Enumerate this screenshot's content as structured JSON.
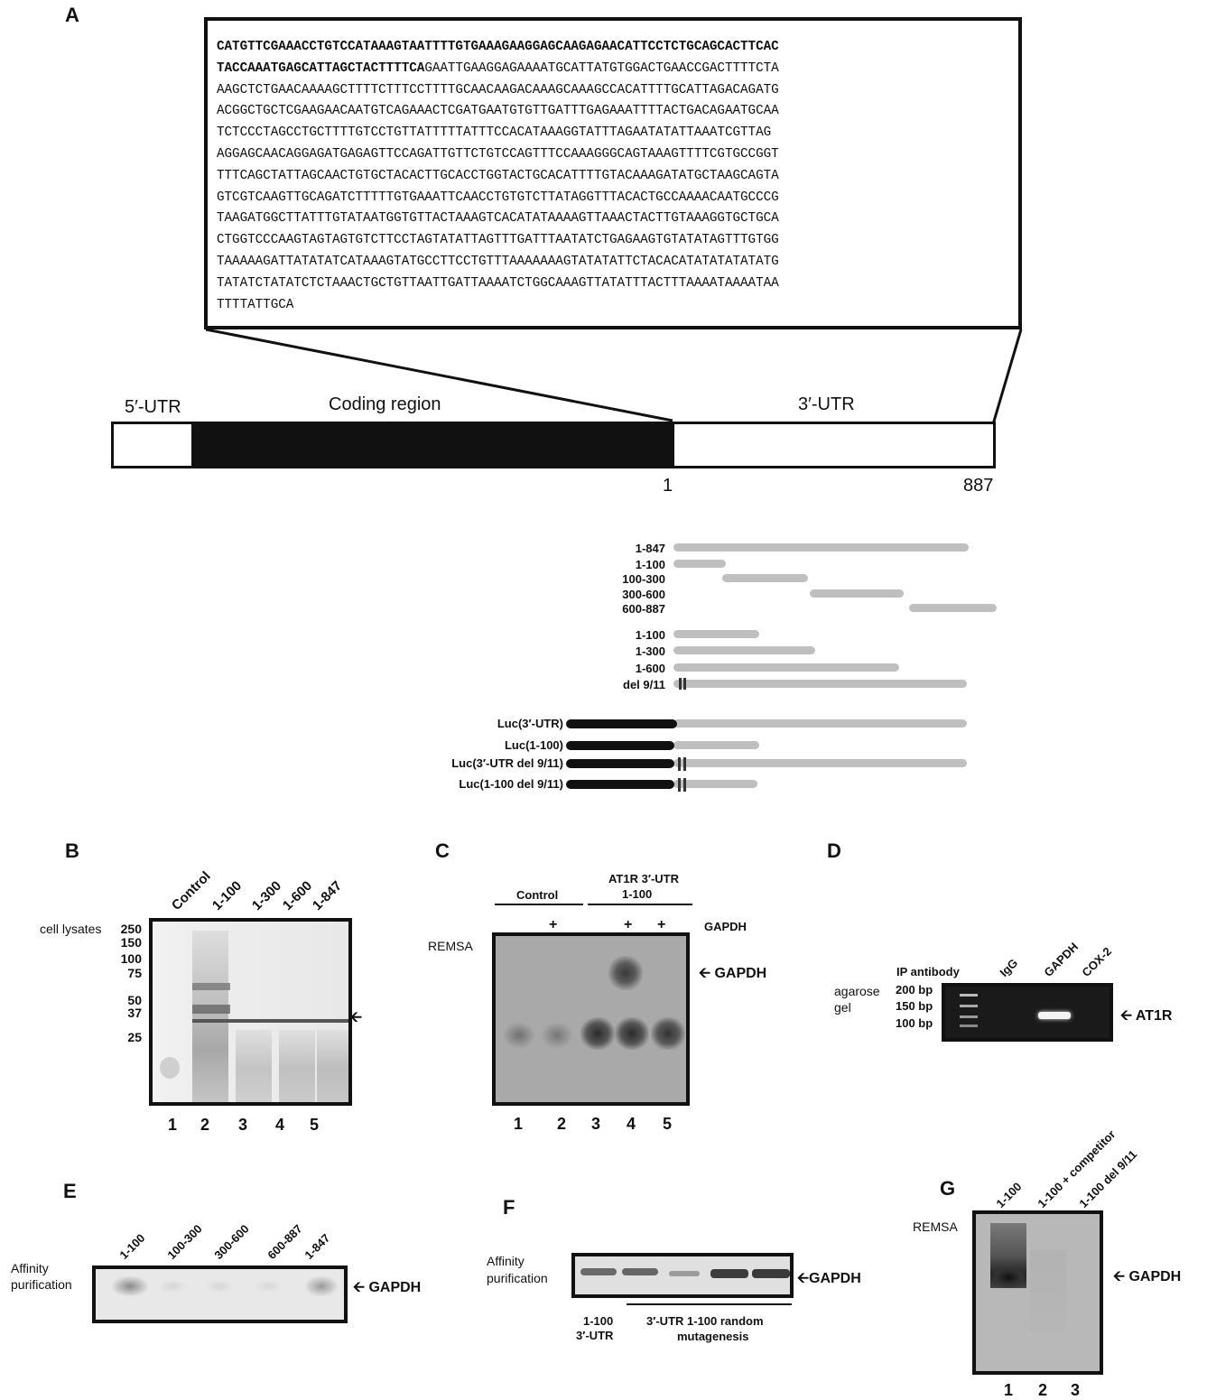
{
  "panels": {
    "A": {
      "letter": "A",
      "sequence_lines": [
        {
          "bold": "CATGTTCGAAACCTGTCCATAAAGTAATTTTGTGAAAGAAGGAGCAAGAGAACATTCCTCTGCAGCACTTCAC",
          "rest": ""
        },
        {
          "bold": "TACCAAATGAGCATTAGCTACTTTTCA",
          "rest": "GAATTGAAGGAGAAAATGCATTATGTGGACTGAACCGACTTTTCTA"
        },
        {
          "bold": "",
          "rest": "AAGCTCTGAACAAAAGCTTTTCTTTCCTTTTGCAACAAGACAAAGCAAAGCCACATTTTGCATTAGACAGATG"
        },
        {
          "bold": "",
          "rest": "ACGGCTGCTCGAAGAACAATGTCAGAAACTCGATGAATGTGTTGATTTGAGAAATTTTACTGACAGAATGCAA"
        },
        {
          "bold": "",
          "rest": "TCTCCCTAGCCTGCTTTTGTCCTGTTATTTTTATTTCCACATAAAGGTATTTAGAATATATTAAATCGTTAG"
        },
        {
          "bold": "",
          "rest": "AGGAGCAACAGGAGATGAGAGTTCCAGATTGTTCTGTCCAGTTTCCAAAGGGCAGTAAAGTTTTCGTGCCGGT"
        },
        {
          "bold": "",
          "rest": "TTTCAGCTATTAGCAACTGTGCTACACTTGCACCTGGTACTGCACATTTTGTACAAAGATATGCTAAGCAGTA"
        },
        {
          "bold": "",
          "rest": "GTCGTCAAGTTGCAGATCTTTTTGTGAAATTCAACCTGTGTCTTATAGGTTTACACTGCCAAAACAATGCCCG"
        },
        {
          "bold": "",
          "rest": "TAAGATGGCTTATTTGTATAATGGTGTTACTAAAGTCACATATAAAAGTTAAACTACTTGTAAAGGTGCTGCA"
        },
        {
          "bold": "",
          "rest": "CTGGTCCCAAGTAGTAGTGTCTTCCTAGTATATTAGTTTGATTTAATATCTGAGAAGTGTATATAGTTTGTGG"
        },
        {
          "bold": "",
          "rest": "TAAAAAGATTATATATCATAAAGTATGCCTTCCTGTTTAAAAAAAGTATATATTCTACACATATATATATATG"
        },
        {
          "bold": "",
          "rest": "TATATCTATATCTCTAAACTGCTGTTAATTGATTAAAATCTGGCAAAGTTATATTTACTTTAAAATAAAATAA"
        },
        {
          "bold": "",
          "rest": "TTTTATTGCA"
        }
      ],
      "gene_map": {
        "utr5": "5′-UTR",
        "coding": "Coding region",
        "utr3": "3′-UTR",
        "start": "1",
        "end": "887"
      },
      "constructs_group1": [
        "1-847",
        "1-100",
        "100-300",
        "300-600",
        "600-887"
      ],
      "constructs_group2": [
        "1-100",
        "1-300",
        "1-600",
        "del 9/11"
      ],
      "constructs_luc": [
        "Luc(3′-UTR)",
        "Luc(1-100)",
        "Luc(3′-UTR del 9/11)",
        "Luc(1-100 del 9/11)"
      ]
    },
    "B": {
      "letter": "B",
      "side_label": "cell lysates",
      "markers": [
        "250",
        "150",
        "100",
        "75",
        "50",
        "37",
        "25"
      ],
      "lanes": [
        "Control",
        "1-100",
        "1-300",
        "1-600",
        "1-847"
      ],
      "lane_numbers": [
        "1",
        "2",
        "3",
        "4",
        "5"
      ]
    },
    "C": {
      "letter": "C",
      "header_control": "Control",
      "header_at1r_line1": "AT1R 3′-UTR",
      "header_at1r_line2": "1-100",
      "plus": [
        "+",
        "+",
        "+"
      ],
      "gapdh_row": "GAPDH",
      "side_label": "REMSA",
      "arrow_label": "GAPDH",
      "lane_numbers": [
        "1",
        "2",
        "3",
        "4",
        "5"
      ]
    },
    "D": {
      "letter": "D",
      "side_label_line1": "agarose",
      "side_label_line2": "gel",
      "ip_antibody": "IP antibody",
      "markers": [
        "200 bp",
        "150 bp",
        "100 bp"
      ],
      "lanes": [
        "IgG",
        "GAPDH",
        "COX-2"
      ],
      "arrow_label": "AT1R"
    },
    "E": {
      "letter": "E",
      "side_label_line1": "Affinity",
      "side_label_line2": "purification",
      "lanes": [
        "1-100",
        "100-300",
        "300-600",
        "600-887",
        "1-847"
      ],
      "arrow_label": "GAPDH"
    },
    "F": {
      "letter": "F",
      "side_label_line1": "Affinity",
      "side_label_line2": "purification",
      "arrow_label": "GAPDH",
      "bottom_left_line1": "1-100",
      "bottom_left_line2": "3′-UTR",
      "bottom_right_line1": "3′-UTR 1-100 random",
      "bottom_right_line2": "mutagenesis"
    },
    "G": {
      "letter": "G",
      "side_label": "REMSA",
      "lanes": [
        "1-100",
        "1-100 + competitor",
        "1-100 del 9/11"
      ],
      "arrow_label": "GAPDH",
      "lane_numbers": [
        "1",
        "2",
        "3"
      ]
    }
  }
}
